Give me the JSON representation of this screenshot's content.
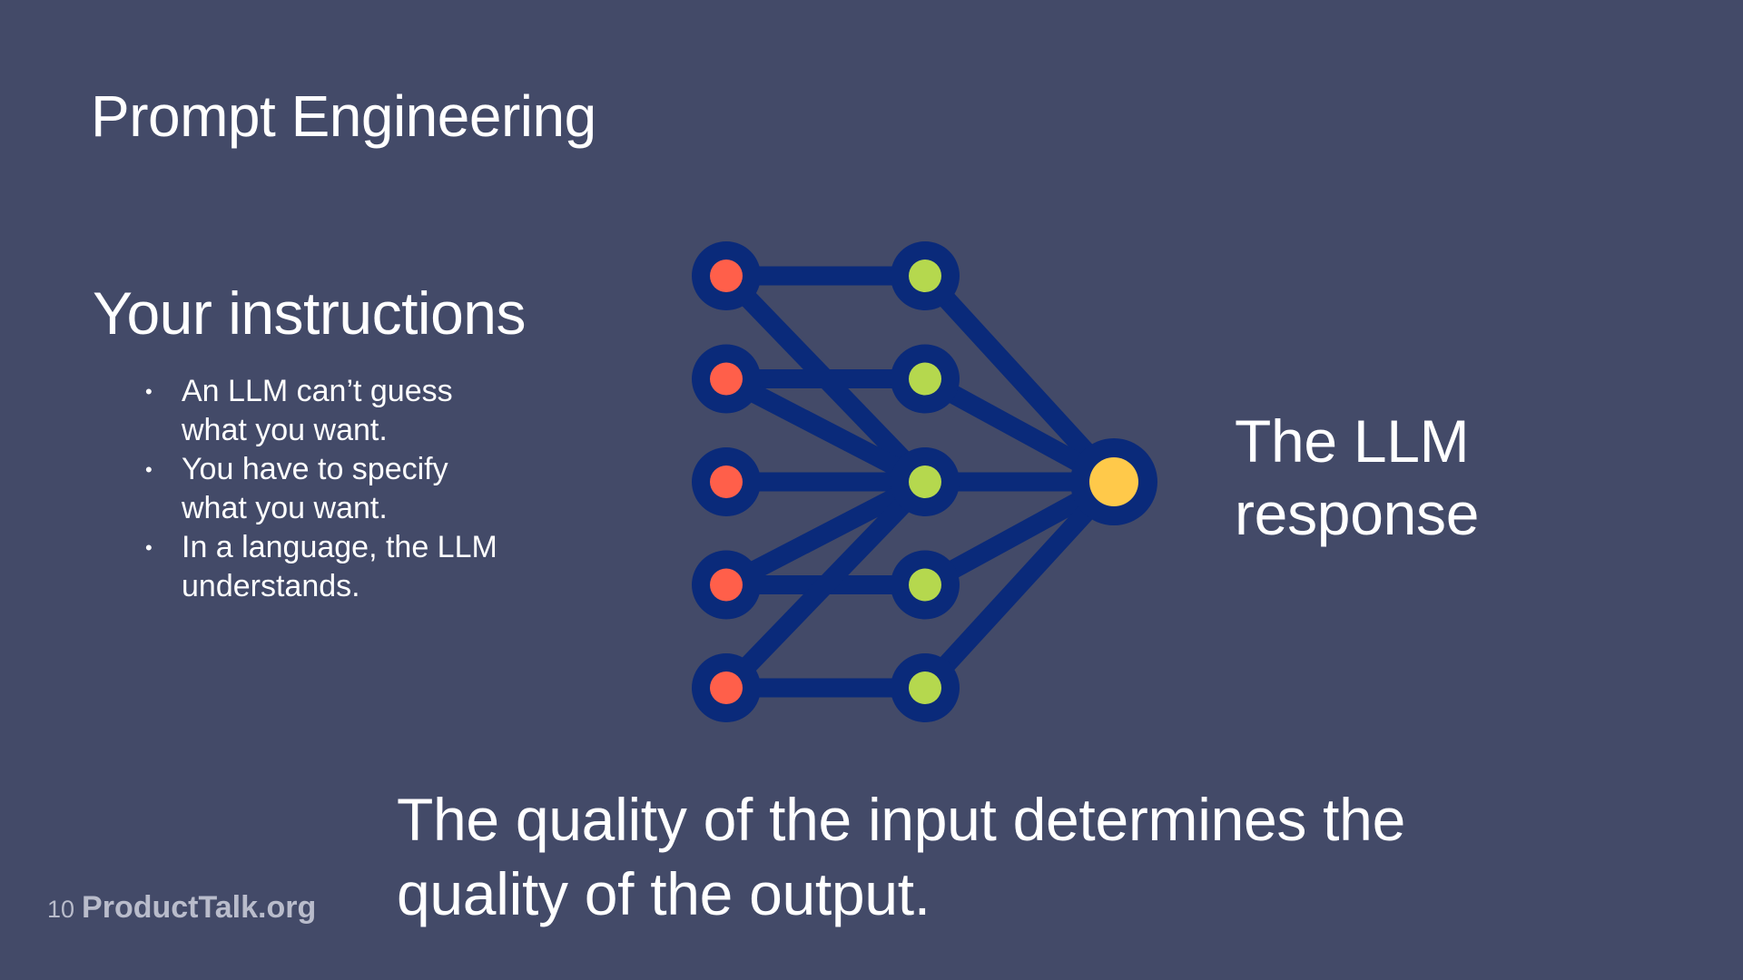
{
  "slide": {
    "title": "Prompt Engineering",
    "subheading": "Your instructions",
    "bullets": [
      "An LLM can’t guess what you want.",
      "You have to specify what you want.",
      "In a language, the LLM understands."
    ],
    "bullet_glyph": "•",
    "response_label_line1": "The LLM",
    "response_label_line2": "response",
    "takeaway_line1": "The quality of the input determines the",
    "takeaway_line2": "quality of the output.",
    "page_number": "10",
    "brand": "ProductTalk.org"
  },
  "diagram": {
    "icon": "neural-network-icon",
    "colors": {
      "background": "#434a68",
      "stroke": "#0a2a7a",
      "input_node": "#ff5f4a",
      "hidden_node": "#b5d84e",
      "output_node": "#ffc94a"
    },
    "layers": {
      "input_count": 5,
      "hidden_count": 5,
      "output_count": 1
    },
    "input_to_hidden_edges": [
      [
        0,
        0
      ],
      [
        0,
        2
      ],
      [
        1,
        1
      ],
      [
        1,
        2
      ],
      [
        2,
        2
      ],
      [
        3,
        2
      ],
      [
        3,
        3
      ],
      [
        4,
        2
      ],
      [
        4,
        4
      ]
    ],
    "hidden_to_output_edges": [
      [
        0,
        0
      ],
      [
        1,
        0
      ],
      [
        2,
        0
      ],
      [
        3,
        0
      ],
      [
        4,
        0
      ]
    ]
  }
}
